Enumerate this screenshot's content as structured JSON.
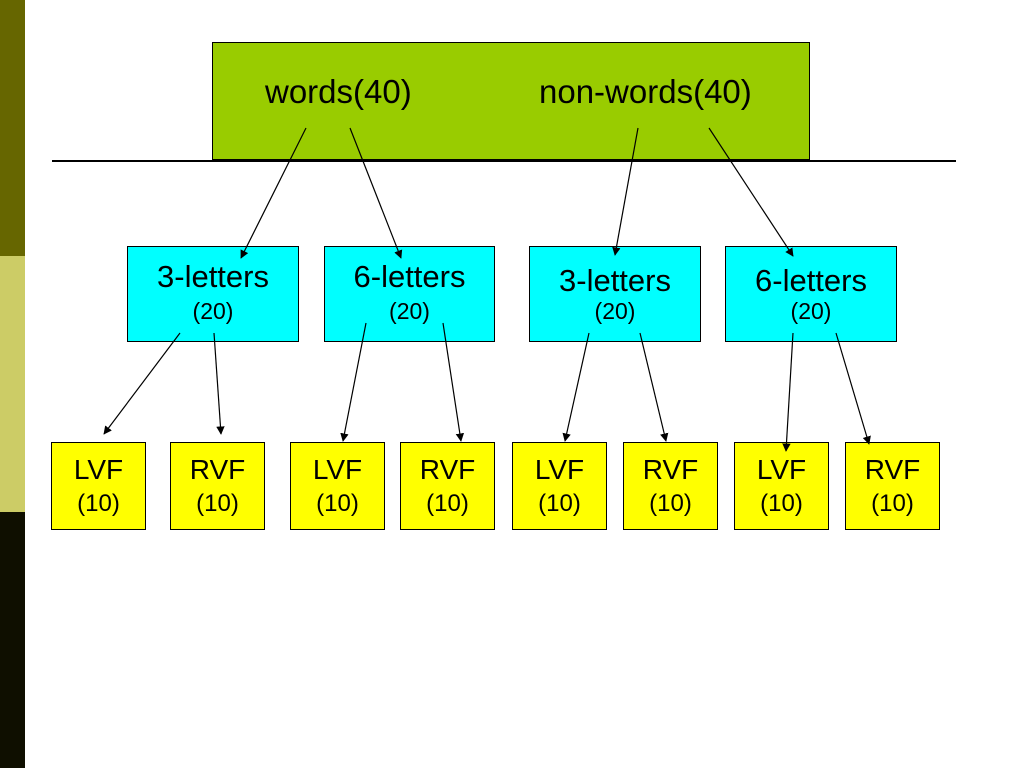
{
  "root": {
    "words_label": "words(40)",
    "nonwords_label": "non-words(40)"
  },
  "categories": [
    {
      "label": "3-letters",
      "count": "(20)"
    },
    {
      "label": "6-letters",
      "count": "(20)"
    },
    {
      "label": "3-letters",
      "count": "(20)"
    },
    {
      "label": "6-letters",
      "count": "(20)"
    }
  ],
  "leaves": [
    {
      "label": "LVF",
      "count": "(10)"
    },
    {
      "label": "RVF",
      "count": "(10)"
    },
    {
      "label": "LVF",
      "count": "(10)"
    },
    {
      "label": "RVF",
      "count": "(10)"
    },
    {
      "label": "LVF",
      "count": "(10)"
    },
    {
      "label": "RVF",
      "count": "(10)"
    },
    {
      "label": "LVF",
      "count": "(10)"
    },
    {
      "label": "RVF",
      "count": "(10)"
    }
  ],
  "colors": {
    "root_fill": "#99cc00",
    "category_fill": "#00ffff",
    "leaf_fill": "#ffff00",
    "band_dark": "#666600",
    "band_light": "#cccc66",
    "band_black": "#0f0f00"
  }
}
